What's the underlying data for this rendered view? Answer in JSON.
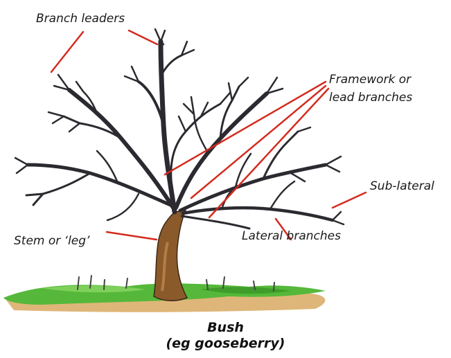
{
  "labels": {
    "branch_leaders": "Branch leaders",
    "framework_line1": "Framework or",
    "framework_line2": "lead branches",
    "sub_lateral": "Sub-lateral",
    "stem": "Stem or ‘leg’",
    "lateral": "Lateral branches"
  },
  "caption": {
    "line1": "Bush",
    "line2": "(eg gooseberry)"
  },
  "colors": {
    "leader_line": "#d42a1e",
    "branch": "#2c2a30",
    "trunk": "#8b5a2b",
    "grass": "#4caf32",
    "ground": "#d6a45c"
  }
}
